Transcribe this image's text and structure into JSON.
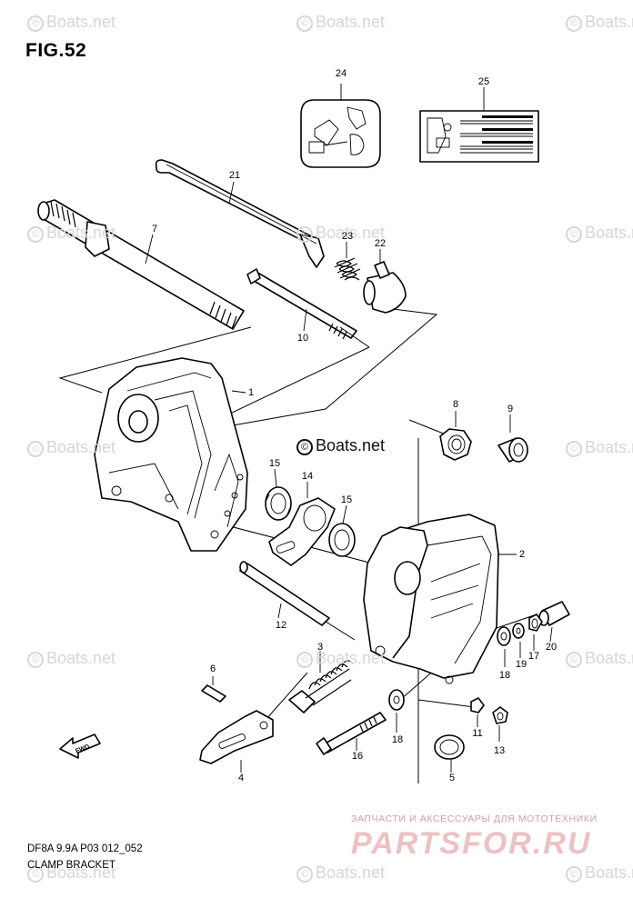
{
  "figure": {
    "title": "FIG.52"
  },
  "footer": {
    "code": "DF8A 9.9A P03 012_052",
    "name": "CLAMP BRACKET"
  },
  "watermark": {
    "text": "Boats.net",
    "symbol": "©"
  },
  "shop": {
    "tagline": "ЗАПЧАСТИ И АКСЕССУАРЫ ДЛЯ МОТОТЕХНИКИ",
    "logo": "PARTSFOR.RU"
  },
  "fwd_icon": {
    "label": "FWD"
  },
  "part_numbers": [
    {
      "id": "c1",
      "text": "1"
    },
    {
      "id": "c2",
      "text": "2"
    },
    {
      "id": "c3",
      "text": "3"
    },
    {
      "id": "c4",
      "text": "4"
    },
    {
      "id": "c5",
      "text": "5"
    },
    {
      "id": "c6",
      "text": "6"
    },
    {
      "id": "c7",
      "text": "7"
    },
    {
      "id": "c8",
      "text": "8"
    },
    {
      "id": "c9",
      "text": "9"
    },
    {
      "id": "c10",
      "text": "10"
    },
    {
      "id": "c11",
      "text": "11"
    },
    {
      "id": "c12",
      "text": "12"
    },
    {
      "id": "c13",
      "text": "13"
    },
    {
      "id": "c14",
      "text": "14"
    },
    {
      "id": "c15a",
      "text": "15"
    },
    {
      "id": "c15b",
      "text": "15"
    },
    {
      "id": "c16",
      "text": "16"
    },
    {
      "id": "c17",
      "text": "17"
    },
    {
      "id": "c18a",
      "text": "18"
    },
    {
      "id": "c18b",
      "text": "18"
    },
    {
      "id": "c19",
      "text": "19"
    },
    {
      "id": "c20",
      "text": "20"
    },
    {
      "id": "c21",
      "text": "21"
    },
    {
      "id": "c22",
      "text": "22"
    },
    {
      "id": "c23",
      "text": "23"
    },
    {
      "id": "c24",
      "text": "24"
    },
    {
      "id": "c25",
      "text": "25"
    }
  ]
}
